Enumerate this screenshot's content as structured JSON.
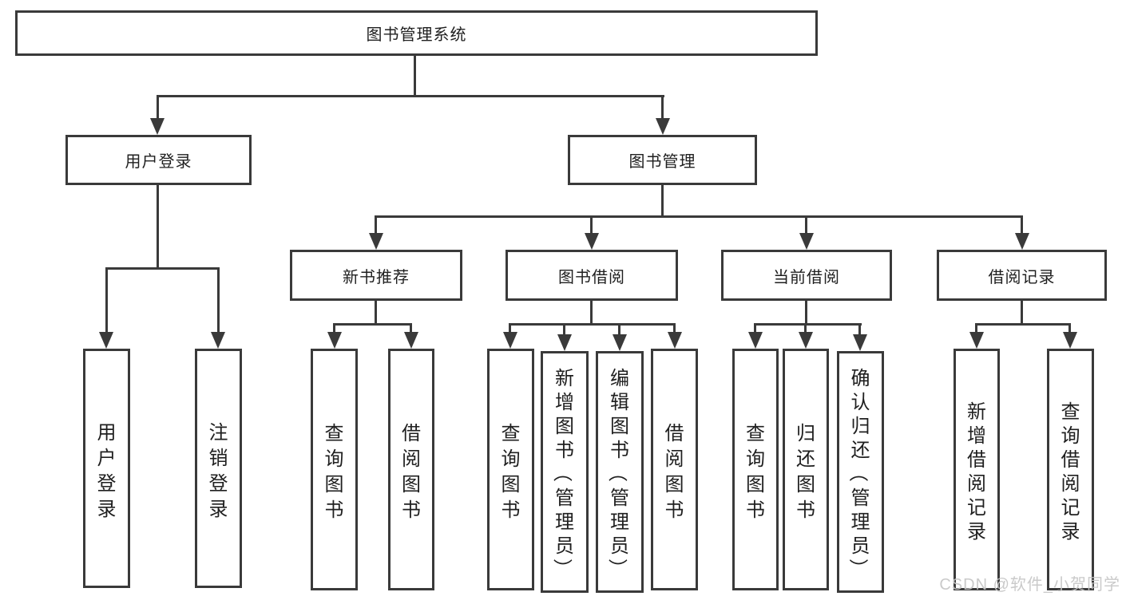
{
  "tree": {
    "label": "图书管理系统",
    "children": [
      {
        "label": "用户登录",
        "children": [
          {
            "label": "用户登录"
          },
          {
            "label": "注销登录"
          }
        ]
      },
      {
        "label": "图书管理",
        "children": [
          {
            "label": "新书推荐",
            "children": [
              {
                "label": "查询图书"
              },
              {
                "label": "借阅图书"
              }
            ]
          },
          {
            "label": "图书借阅",
            "children": [
              {
                "label": "查询图书"
              },
              {
                "label": "新增图书（管理员）"
              },
              {
                "label": "编辑图书（管理员）"
              },
              {
                "label": "借阅图书"
              }
            ]
          },
          {
            "label": "当前借阅",
            "children": [
              {
                "label": "查询图书"
              },
              {
                "label": "归还图书"
              },
              {
                "label": "确认归还（管理员）"
              }
            ]
          },
          {
            "label": "借阅记录",
            "children": [
              {
                "label": "新增借阅记录"
              },
              {
                "label": "查询借阅记录"
              }
            ]
          }
        ]
      }
    ]
  },
  "watermark": {
    "text": "CSDN @软件_小贺同学"
  },
  "colors": {
    "line": "#3a3a3a",
    "text": "#1f1f1f",
    "background": "#ffffff",
    "watermark": "#c6c6c6"
  }
}
